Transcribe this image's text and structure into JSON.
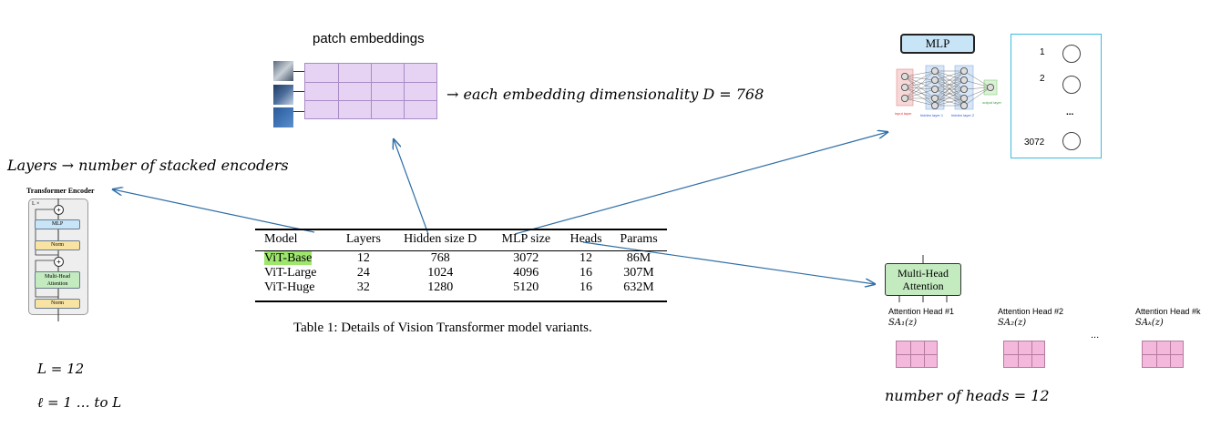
{
  "patch": {
    "title": "patch embeddings",
    "dimension_text": "→  each embedding dimensionality D = 768"
  },
  "layers_caption": "Layers  →  number of stacked encoders",
  "encoder": {
    "title": "Transformer Encoder",
    "repeat": "L ×",
    "mlp": "MLP",
    "norm": "Norm",
    "mha_line1": "Multi-Head",
    "mha_line2": "Attention",
    "norm2": "Norm"
  },
  "L_eq": "L = 12",
  "ell_eq": "ℓ = 1 … to L",
  "table": {
    "headers": [
      "Model",
      "Layers",
      "Hidden size D",
      "MLP size",
      "Heads",
      "Params"
    ],
    "rows": [
      [
        "ViT-Base",
        "12",
        "768",
        "3072",
        "12",
        "86M"
      ],
      [
        "ViT-Large",
        "24",
        "1024",
        "4096",
        "16",
        "307M"
      ],
      [
        "ViT-Huge",
        "32",
        "1280",
        "5120",
        "16",
        "632M"
      ]
    ],
    "caption": "Table 1: Details of Vision Transformer model variants."
  },
  "mlp_panel": {
    "title": "MLP",
    "input_layer": "input layer",
    "hidden1": "hidden layer 1",
    "hidden2": "hidden layer 2",
    "output_layer": "output layer",
    "neurons": [
      "1",
      "2",
      "...",
      "3072"
    ]
  },
  "attention": {
    "box_line1": "Multi-Head",
    "box_line2": "Attention",
    "heads": [
      {
        "label": "Attention Head  #1",
        "sa": "SA₁(z)"
      },
      {
        "label": "Attention Head  #2",
        "sa": "SA₂(z)"
      },
      {
        "label": "Attention Head  #k",
        "sa": "SAₖ(z)"
      }
    ],
    "ellipsis": "...",
    "count_text": "number of heads = 12"
  },
  "colors": {
    "arrow": "#2e6ea6",
    "patch_grid": "#e6d3f3",
    "highlight": "#9ee66e",
    "mlp_box": "#c8e4f7",
    "mha_box": "#c4eac0",
    "head_grid": "#f3b8dc"
  }
}
